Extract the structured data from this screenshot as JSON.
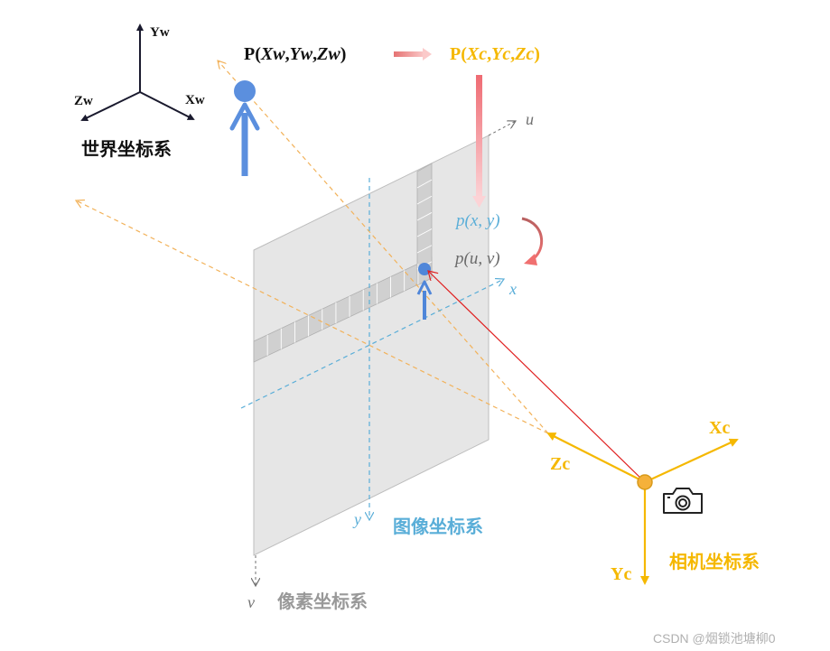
{
  "world": {
    "label_yw": "Yw",
    "label_xw": "Xw",
    "label_zw": "Zw",
    "title": "世界坐标系",
    "point_prefix": "P(",
    "point_x": "Xw",
    "point_y": "Yw",
    "point_z": "Zw",
    "point_suffix": ")"
  },
  "camera_point": {
    "prefix": "P(",
    "x": "Xc",
    "y": "Yc",
    "z": "Zc",
    "suffix": ")"
  },
  "image": {
    "axis_x": "x",
    "axis_y": "y",
    "title": "图像坐标系",
    "point_p": "p",
    "point_args": "(x, y)"
  },
  "pixel": {
    "axis_u": "u",
    "axis_v": "v",
    "title": "像素坐标系",
    "point_p": "p",
    "point_args": "(u, v)"
  },
  "camera": {
    "label_xc": "Xc",
    "label_yc": "Yc",
    "label_zc": "Zc",
    "title": "相机坐标系",
    "icon": "camera-icon"
  },
  "watermark": "CSDN @烟锁池塘柳0",
  "colors": {
    "world_axes": "#1a1a2e",
    "world_blue": "#5b8fde",
    "camera_yellow": "#f5b800",
    "image_blue": "#5aaed8",
    "pixel_gray": "#8a8a8a",
    "ray_red": "#e02020",
    "arrow_pink": "#f08080",
    "dashed_orange": "#f2b25a"
  }
}
